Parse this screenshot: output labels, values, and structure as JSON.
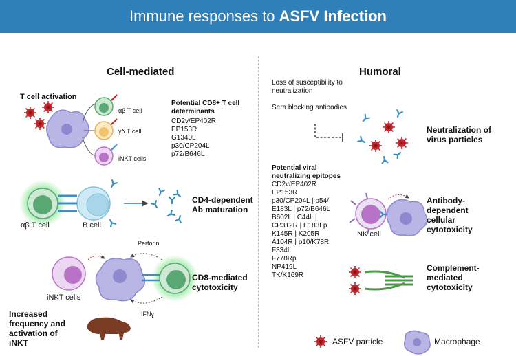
{
  "title": {
    "prefix": "Immune responses to",
    "emphasis": "ASFV Infection"
  },
  "cell_mediated": {
    "heading": "Cell-mediated",
    "t_cell_activation": "T cell activation",
    "ab_t_cell": "αβ T cell",
    "gd_t_cell": "γδ T cell",
    "inkt_cells": "iNKT cells",
    "cd8_heading": "Potential CD8+ T cell determinants",
    "cd8_list": [
      "CD2v/EP402R",
      "EP153R",
      "G1340L",
      "p30/CP204L",
      "p72/B646L"
    ],
    "ab_t_cell_big": "αβ T cell",
    "b_cell": "B cell",
    "cd4": "CD4-dependent Ab maturation",
    "perforin": "Perforin",
    "ifng": "IFNγ",
    "inkt_cells_bottom": "iNKT cells",
    "cd8_mediated": "CD8-mediated cytotoxicity",
    "increased": "Increased frequency and activation of iNKT"
  },
  "humoral": {
    "heading": "Humoral",
    "loss": "Loss of susceptibility to neutralization",
    "sera": "Sera blocking antibodies",
    "neutralization": "Neutralization of virus particles",
    "viral_heading": "Potential viral neutralizing epitopes",
    "viral_list": [
      "CD2v/EP402R",
      "EP153R",
      "p30/CP204L | p54/",
      "E183L | p72/B646L",
      "B602L | C44L |",
      "CP312R | E183Lp |",
      "K145R | K205R",
      "A104R | p10/K78R",
      "F334L",
      "F778Rp",
      "NP419L",
      "TK/K169R"
    ],
    "nk_cell": "NK cell",
    "adcc": "Antibody-dependent cellular cytotoxicity",
    "complement": "Complement-mediated cytotoxicity"
  },
  "legend": {
    "asfv": "ASFV particle",
    "macrophage": "Macrophage"
  },
  "colors": {
    "banner": "#2f7fb8",
    "virus": "#c0262c",
    "macrophage": "#b9b6e6",
    "t_cell": "#5aa874",
    "b_cell": "#a9d7ea",
    "inkt": "#b873c9",
    "antibody": "#3b8fc2"
  }
}
